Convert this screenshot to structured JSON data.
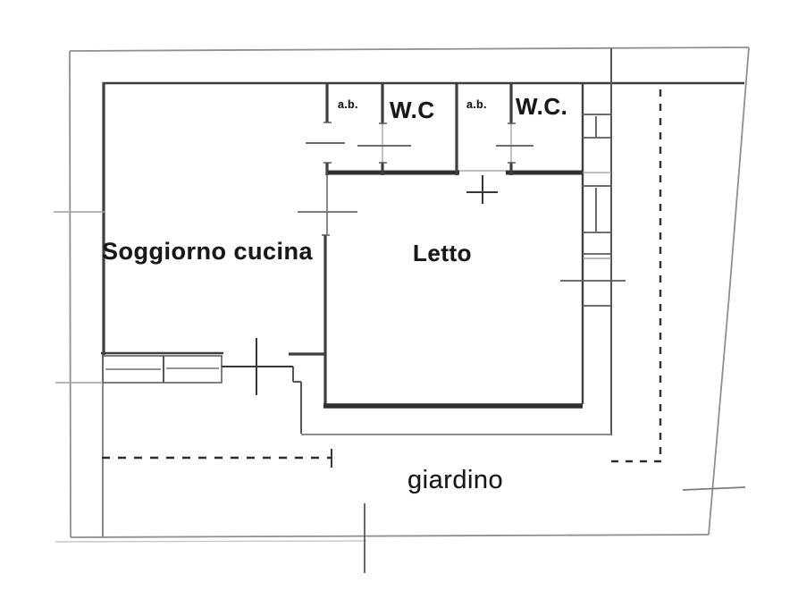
{
  "plan": {
    "type": "floor-plan",
    "language": "it"
  },
  "rooms": {
    "soggiorno": {
      "label": "Soggiorno cucina"
    },
    "letto": {
      "label": "Letto"
    },
    "ab1": {
      "label": "a.b."
    },
    "wc1": {
      "label": "W.C"
    },
    "ab2": {
      "label": "a.b."
    },
    "wc2": {
      "label": "W.C."
    },
    "giardino": {
      "label": "giardino"
    }
  },
  "colors": {
    "background": "#ffffff",
    "wall": "#3f3f3f",
    "wall_thick": "#303030",
    "boundary": "#8f8f8f",
    "dashed": "#2e2e2e",
    "tick": "#5a5a5a",
    "text": "#181818"
  }
}
